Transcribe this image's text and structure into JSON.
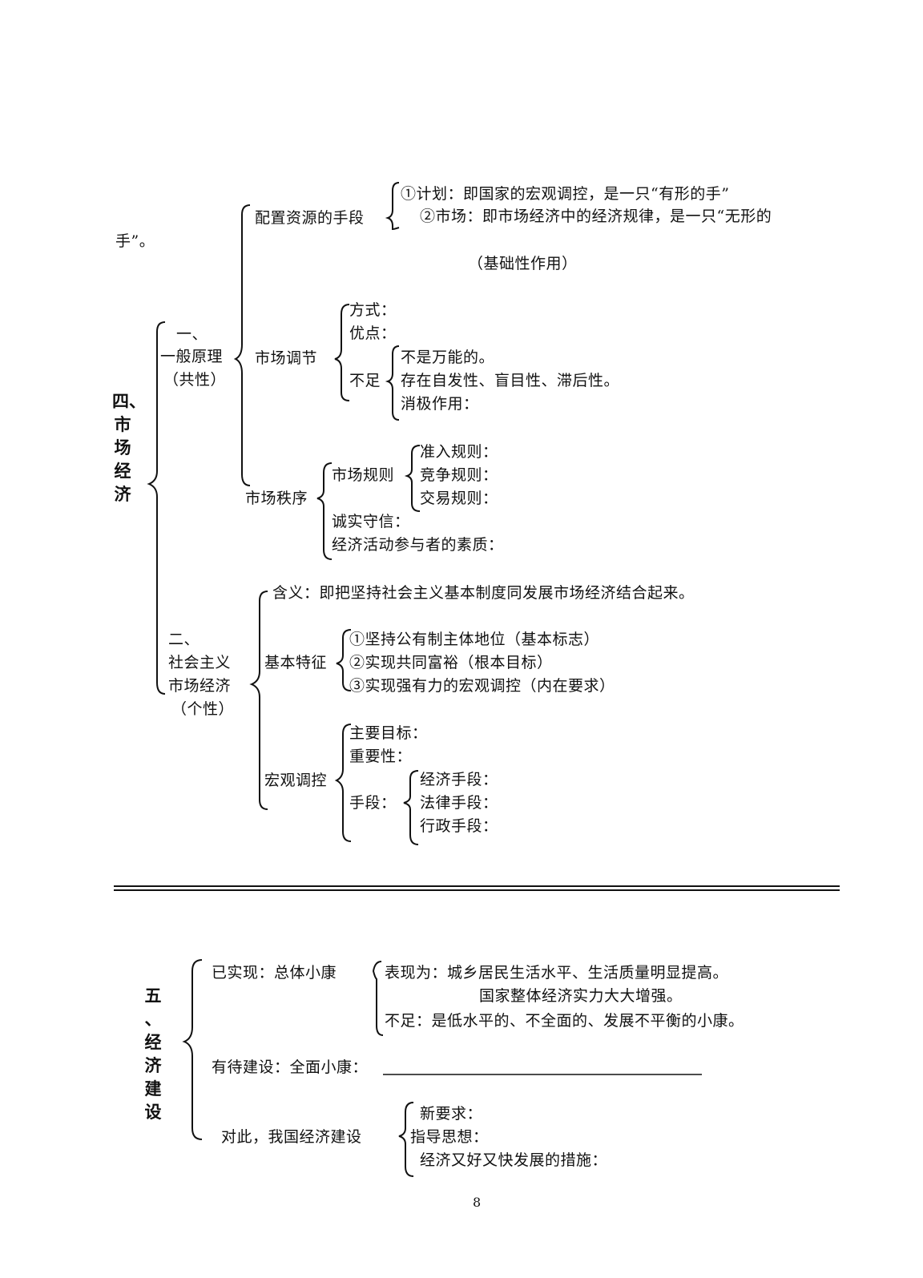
{
  "section4": {
    "title": "四、市场经济",
    "title_chars": [
      "四、",
      "市",
      "场",
      "经",
      "济"
    ],
    "general": {
      "num": "一、",
      "name": "一般原理",
      "note": "（共性）",
      "resource": {
        "label": "配置资源的手段",
        "plan": "①计划：即国家的宏观调控，是一只“有形的手”",
        "market_line1": "②市场：即市场经济中的经济规律，是一只“无形的",
        "market_line2": "手”。",
        "market_note": "（基础性作用）"
      },
      "regulation": {
        "label": "市场调节",
        "method": "方式：",
        "merit": "优点：",
        "shortage": "不足",
        "shortage_items": [
          "不是万能的。",
          "存在自发性、盲目性、滞后性。",
          "消极作用："
        ]
      },
      "order": {
        "label": "市场秩序",
        "rules": "市场规则",
        "rule_items": [
          "准入规则：",
          "竞争规则：",
          "交易规则："
        ],
        "honesty": "诚实守信：",
        "quality": "经济活动参与者的素质："
      }
    },
    "socialist": {
      "num": "二、",
      "name_line1": "社会主义",
      "name_line2": "市场经济",
      "note": "（个性）",
      "meaning": "含义：即把坚持社会主义基本制度同发展市场经济结合起来。",
      "features": {
        "label": "基本特征",
        "items": [
          "①坚持公有制主体地位（基本标志）",
          "②实现共同富裕（根本目标）",
          "③实现强有力的宏观调控（内在要求）"
        ]
      },
      "macro": {
        "label": "宏观调控",
        "goal": "主要目标：",
        "importance": "重要性：",
        "means": "手段：",
        "means_items": [
          "经济手段：",
          "法律手段：",
          "行政手段："
        ]
      }
    }
  },
  "section5": {
    "title": "五、经济建设",
    "title_chars": [
      "五",
      "、",
      "经",
      "济",
      "建",
      "设"
    ],
    "achieved": "已实现：总体小康",
    "performance_1": "表现为：城乡居民生活水平、生活质量明显提高。",
    "performance_2": "国家整体经济实力大大增强。",
    "insufficient": "不足：是低水平的、不全面的、发展不平衡的小康。",
    "pending": "有待建设：全面小康：",
    "therefore": "对此，我国经济建设",
    "new_req": "新要求：",
    "guiding": "指导思想：",
    "measures": "经济又好又快发展的措施："
  },
  "page_number": "8"
}
